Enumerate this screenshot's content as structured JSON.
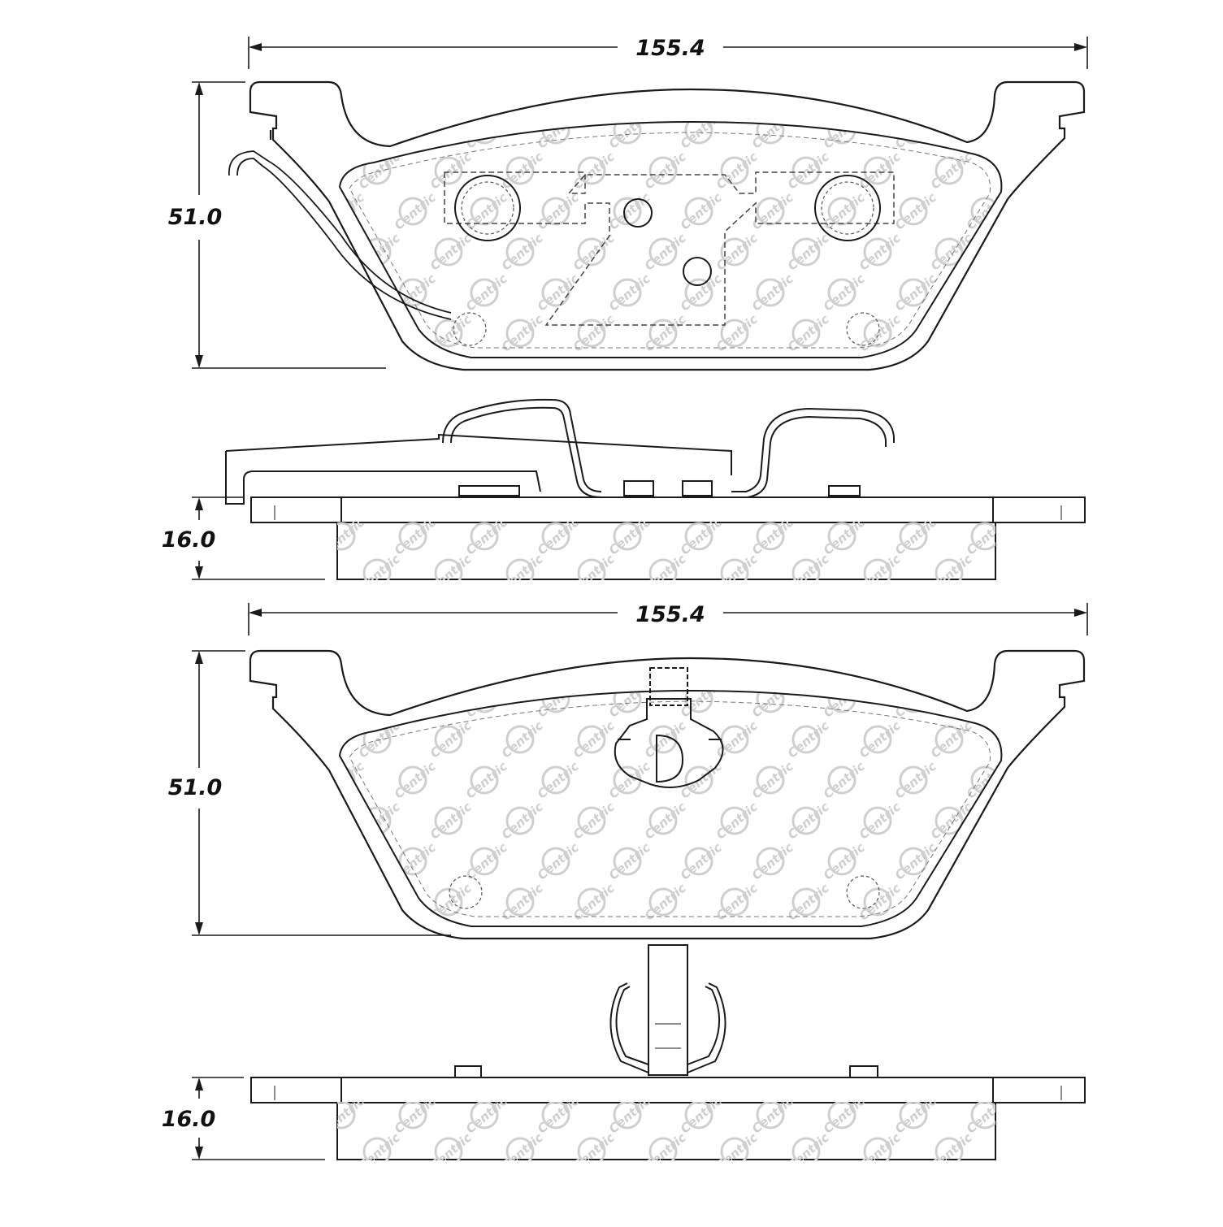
{
  "dimensions": {
    "top_width": "155.4",
    "top_height": "51.0",
    "top_thickness": "16.0",
    "bottom_width": "155.4",
    "bottom_height": "51.0",
    "bottom_thickness": "16.0"
  },
  "watermark": {
    "brand": "Centric"
  },
  "colors": {
    "line": "#1a1a1a",
    "watermark": "#cfcfcf"
  }
}
